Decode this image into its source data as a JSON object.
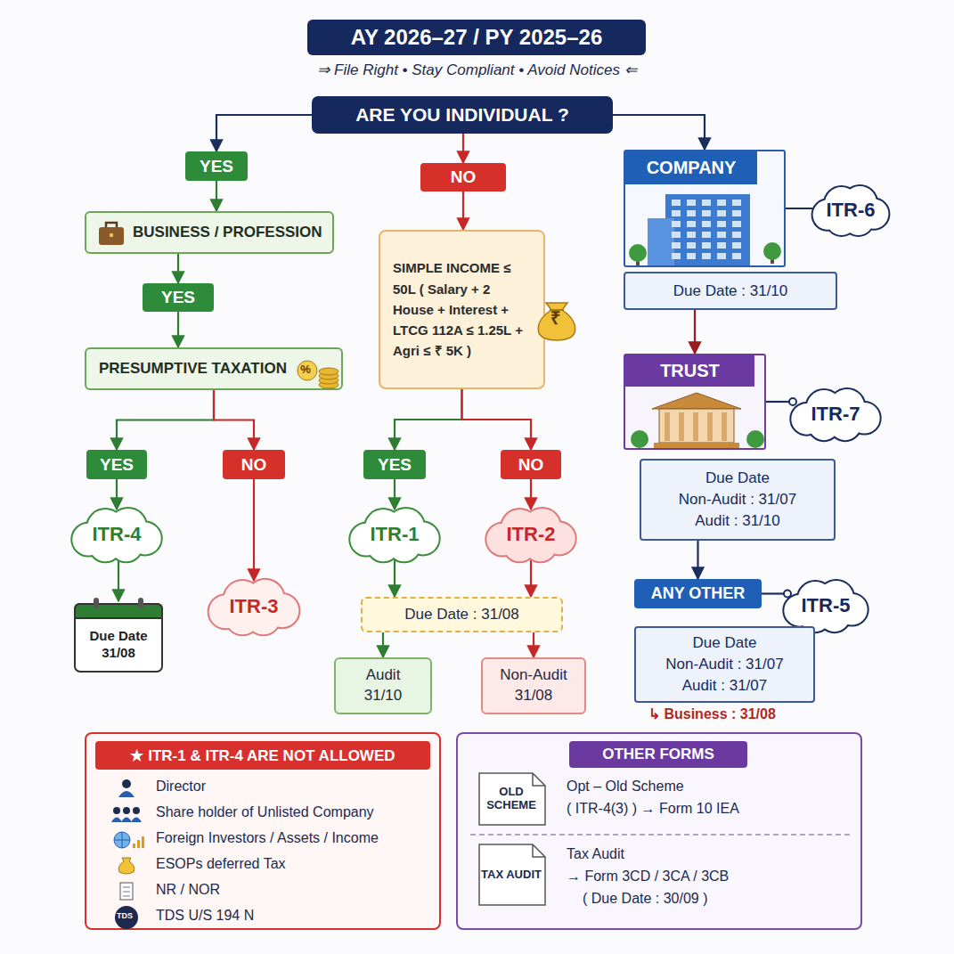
{
  "diagram": {
    "title": "AY 2026–27 / PY 2025–26",
    "nodes": [
      {
        "text": [
          "ARE YOU INDIVIDUAL ?"
        ]
      },
      {
        "text": [
          "YES"
        ]
      },
      {
        "text": [
          "BUSINESS / PROFESSION"
        ]
      },
      {
        "text": [
          "YES"
        ]
      },
      {
        "text": [
          "PRESUMPTIVE TAXATION"
        ]
      },
      {
        "text": [
          "YES"
        ]
      },
      {
        "text": [
          "NO"
        ]
      },
      {
        "text": [
          "ITR-4"
        ]
      },
      {
        "text": [
          "ITR-3"
        ]
      },
      {
        "text": [
          "Due Date",
          "31/08"
        ]
      },
      {
        "text": [
          "NO"
        ]
      },
      {
        "text": [
          "SIMPLE INCOME ≤ 50L ( Salary + 2 House + Interest + LTCG 112A ≤ 1.25L + Agri ≤ ₹ 5K )"
        ]
      },
      {
        "text": [
          "YES"
        ]
      },
      {
        "text": [
          "NO"
        ]
      },
      {
        "text": [
          "ITR-1"
        ]
      },
      {
        "text": [
          "ITR-2"
        ]
      },
      {
        "text": [
          "Due Date : 31/08"
        ]
      },
      {
        "text": [
          "Audit",
          "31/10"
        ]
      },
      {
        "text": [
          "Non-Audit",
          "31/08"
        ]
      },
      {
        "text": [
          "COMPANY"
        ]
      },
      {
        "text": [
          "Due Date : 31/10"
        ]
      },
      {
        "text": [
          "ITR-6"
        ]
      },
      {
        "text": [
          "TRUST"
        ]
      },
      {
        "text": [
          "ITR-7"
        ]
      },
      {
        "text": [
          "Due Date",
          "Non-Audit : 31/07",
          "Audit : 31/10"
        ]
      },
      {
        "text": [
          "ANY OTHER"
        ]
      },
      {
        "text": [
          "ITR-5"
        ]
      },
      {
        "text": [
          "Due Date",
          "Non-Audit : 31/07",
          "Audit : 31/07"
        ]
      },
      {
        "text": [
          "★ ITR-1 & ITR-4 ARE NOT ALLOWED",
          "Director",
          "Share holder of Unlisted Company",
          "Foreign Investors / Assets / Income",
          "ESOPs deferred Tax",
          "NR / NOR",
          "TDS U/S 194 N"
        ]
      },
      {
        "text": [
          "OTHER FORMS",
          "Opt – Old Scheme",
          "( ITR-4(3) ) → Form 10 IEA",
          "Tax Audit",
          "→ Form 3CD / 3CA / 3CB",
          "( Due Date : 30/09 )"
        ]
      },
      {
        "text": [
          "OLD SCHEME"
        ],
        "in": 29
      },
      {
        "text": [
          "TAX AUDIT"
        ],
        "in": 29
      }
    ],
    "edges": [
      {
        "from": 0,
        "to": 1,
        "arrow": "to"
      },
      {
        "from": 1,
        "to": 2,
        "arrow": "to"
      },
      {
        "from": 2,
        "to": 3,
        "arrow": "to"
      },
      {
        "from": 3,
        "to": 4,
        "arrow": "to"
      },
      {
        "from": 4,
        "to": 5,
        "arrow": "to"
      },
      {
        "from": 4,
        "to": 6,
        "arrow": "to"
      },
      {
        "from": 5,
        "to": 7,
        "arrow": "to"
      },
      {
        "from": 6,
        "to": 8,
        "arrow": "to"
      },
      {
        "from": 7,
        "to": 9,
        "arrow": "to"
      },
      {
        "from": 0,
        "to": 10,
        "arrow": "to"
      },
      {
        "from": 10,
        "to": 11,
        "arrow": "to"
      },
      {
        "from": 11,
        "to": 12,
        "arrow": "to"
      },
      {
        "from": 11,
        "to": 13,
        "arrow": "to"
      },
      {
        "from": 12,
        "to": 14,
        "arrow": "to"
      },
      {
        "from": 13,
        "to": 15,
        "arrow": "to"
      },
      {
        "from": 14,
        "to": 16,
        "arrow": "to"
      },
      {
        "from": 15,
        "to": 16,
        "arrow": "to"
      },
      {
        "from": 16,
        "to": 17,
        "arrow": "to"
      },
      {
        "from": 16,
        "to": 18,
        "arrow": "to"
      },
      {
        "from": 0,
        "to": 19,
        "arrow": "to"
      },
      {
        "from": 19,
        "to": 21,
        "arrow": "none"
      },
      {
        "from": 20,
        "to": 22,
        "arrow": "to"
      },
      {
        "from": 22,
        "to": 23,
        "arrow": "none"
      },
      {
        "from": 24,
        "to": 25,
        "arrow": "to"
      },
      {
        "from": 25,
        "to": 26,
        "arrow": "none"
      }
    ],
    "labels": [
      "⇒ File Right • Stay Compliant • Avoid Notices ⇐",
      "↳ Business : 31/08",
      "%",
      "₹",
      "TDS"
    ]
  }
}
